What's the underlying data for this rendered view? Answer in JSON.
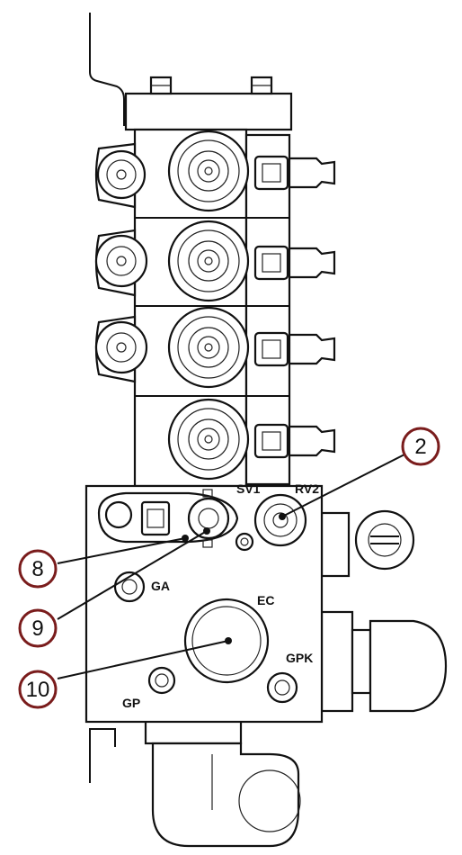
{
  "labels": {
    "sv1": "SV1",
    "rv2": "RV2",
    "ga": "GA",
    "ec": "EC",
    "gpk": "GPK",
    "gp": "GP"
  },
  "callouts": {
    "c2": "2",
    "c8": "8",
    "c9": "9",
    "c10": "10"
  },
  "colors": {
    "callout_ring": "#7a1c1c",
    "line": "#111111"
  }
}
